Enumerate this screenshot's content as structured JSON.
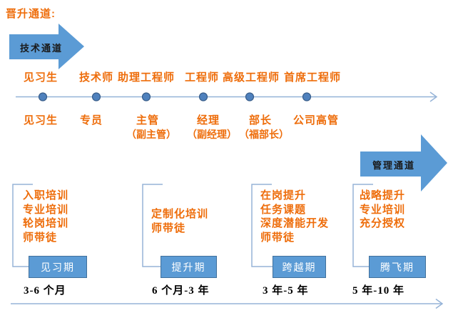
{
  "title": "晋升通道:",
  "channels": {
    "technical": "技术通道",
    "management": "管理通道"
  },
  "technical_levels": [
    "见习生",
    "技术师",
    "助理工程师",
    "工程师",
    "高级工程师",
    "首席工程师"
  ],
  "management_levels": [
    {
      "main": "见习生",
      "sub": ""
    },
    {
      "main": "专员",
      "sub": ""
    },
    {
      "main": "主管",
      "sub": "（副主管）"
    },
    {
      "main": "经理",
      "sub": "（副经理）"
    },
    {
      "main": "部长",
      "sub": "（福部长）"
    },
    {
      "main": "公司高管",
      "sub": ""
    }
  ],
  "stages": [
    {
      "items": [
        "入职培训",
        "专业培训",
        "轮岗培训",
        "师带徒"
      ],
      "phase": "见习期",
      "duration": "3-6 个月"
    },
    {
      "items": [
        "定制化培训",
        "师带徒"
      ],
      "phase": "提升期",
      "duration": "6 个月-3 年"
    },
    {
      "items": [
        "在岗提升",
        "任务课题",
        "深度潜能开发",
        "师带徒"
      ],
      "phase": "跨越期",
      "duration": "3 年-5 年"
    },
    {
      "items": [
        "战略提升",
        "专业培训",
        "充分授权"
      ],
      "phase": "腾飞期",
      "duration": "5 年-10 年"
    }
  ],
  "colors": {
    "orange_text": "#ee6d0b",
    "arrow_blue": "#5b9bd5",
    "box_border": "#41719c",
    "line_blue": "#95b3d7",
    "dot_fill": "#4f81bd",
    "dot_border": "#385d8a"
  }
}
